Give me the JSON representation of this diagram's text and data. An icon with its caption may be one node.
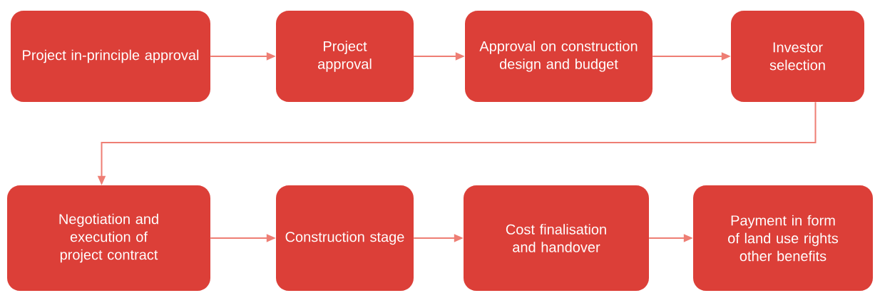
{
  "diagram": {
    "nodes": [
      {
        "text": [
          "Project in-principle approval"
        ]
      },
      {
        "text": [
          "Project approval"
        ]
      },
      {
        "text": [
          "Approval on construction design and budget"
        ]
      },
      {
        "text": [
          "Investor selection"
        ]
      },
      {
        "text": [
          "Negotiation and execution of project contract"
        ]
      },
      {
        "text": [
          "Construction stage"
        ]
      },
      {
        "text": [
          "Cost finalisation and handover"
        ]
      },
      {
        "text": [
          "Payment in form of land use rights other benefits"
        ]
      }
    ],
    "edges": [
      {
        "from": 0,
        "to": 1,
        "arrow": "to"
      },
      {
        "from": 1,
        "to": 2,
        "arrow": "to"
      },
      {
        "from": 2,
        "to": 3,
        "arrow": "to"
      },
      {
        "from": 3,
        "to": 4,
        "arrow": "to"
      },
      {
        "from": 4,
        "to": 5,
        "arrow": "to"
      },
      {
        "from": 5,
        "to": 6,
        "arrow": "to"
      },
      {
        "from": 6,
        "to": 7,
        "arrow": "to"
      }
    ]
  }
}
